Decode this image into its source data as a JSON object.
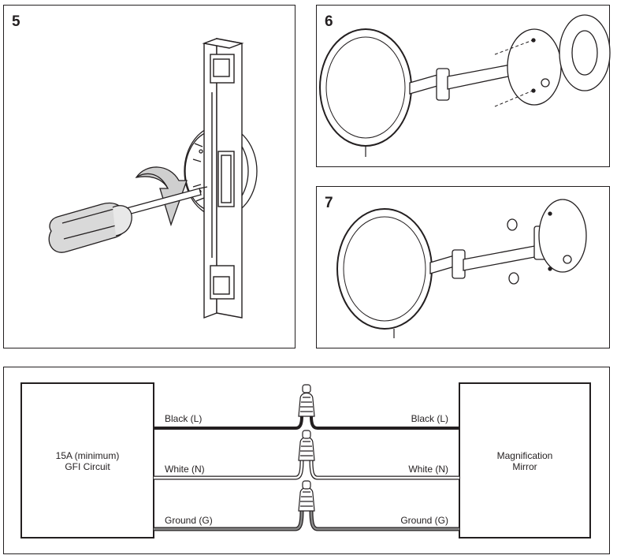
{
  "steps": [
    {
      "number": "5"
    },
    {
      "number": "6"
    },
    {
      "number": "7"
    }
  ],
  "wiring": {
    "left_box": {
      "line1": "15A (minimum)",
      "line2": "GFI Circuit"
    },
    "right_box": {
      "line1": "Magnification",
      "line2": "Mirror"
    },
    "wires": [
      {
        "left_label": "Black (L)",
        "right_label": "Black (L)",
        "color": "#231f20"
      },
      {
        "left_label": "White (N)",
        "right_label": "White (N)",
        "color": "#ffffff"
      },
      {
        "left_label": "Ground (G)",
        "right_label": "Ground (G)",
        "color": "#8a8a8a"
      }
    ]
  }
}
